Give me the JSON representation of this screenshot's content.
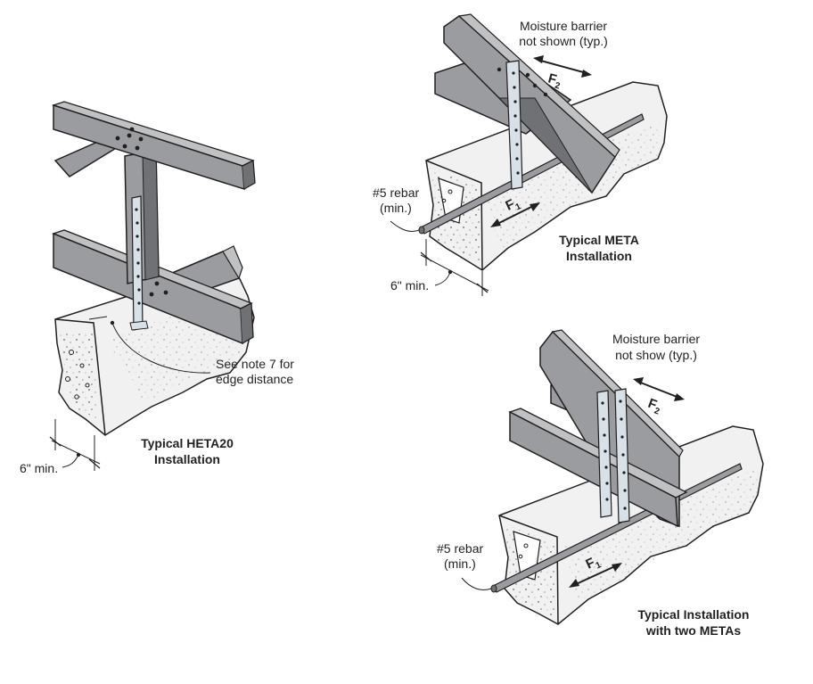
{
  "colors": {
    "steel_fill": "#9a9c9f",
    "steel_dark": "#6f7174",
    "steel_light": "#bfc1c3",
    "strap_fill": "#d8e1e7",
    "concrete_fill": "#f1f1f1",
    "line": "#231f20"
  },
  "heta": {
    "caption_line1": "Typical HETA20",
    "caption_line2": "Installation",
    "note_line1": "See note 7 for",
    "note_line2": "edge distance",
    "dim": "6\" min."
  },
  "meta": {
    "caption_line1": "Typical META",
    "caption_line2": "Installation",
    "moisture_line1": "Moisture barrier",
    "moisture_line2": "not shown (typ.)",
    "rebar_line1": "#5 rebar",
    "rebar_line2": "(min.)",
    "dim": "6\" min.",
    "force1": "F",
    "force1_sub": "1",
    "force2": "F",
    "force2_sub": "2"
  },
  "two_meta": {
    "caption_line1": "Typical Installation",
    "caption_line2": "with two METAs",
    "moisture_line1": "Moisture barrier",
    "moisture_line2": "not show (typ.)",
    "rebar_line1": "#5 rebar",
    "rebar_line2": "(min.)",
    "force1": "F",
    "force1_sub": "1",
    "force2": "F",
    "force2_sub": "2"
  }
}
